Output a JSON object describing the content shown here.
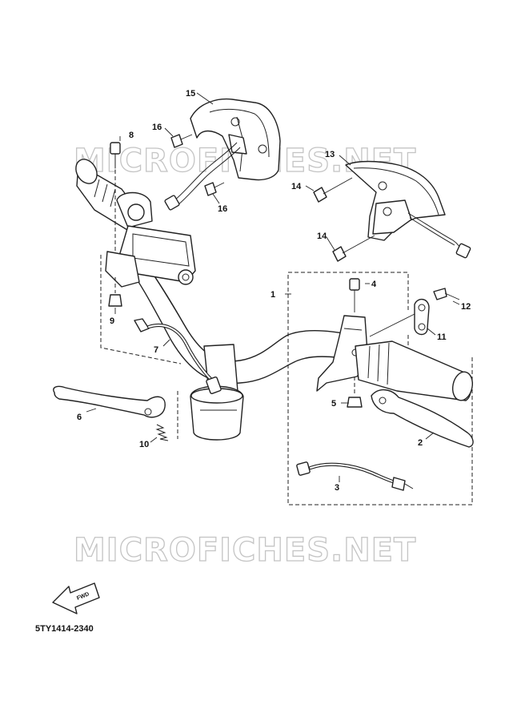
{
  "watermark": {
    "text": "MICROFICHES.NET",
    "color": "#c4c4c4"
  },
  "diagram_code": "5TY1414-2340",
  "fwd_label": "FWD",
  "callouts": {
    "c1": "1",
    "c2": "2",
    "c3": "3",
    "c4": "4",
    "c5": "5",
    "c6": "6",
    "c7": "7",
    "c8": "8",
    "c9": "9",
    "c10": "10",
    "c11": "11",
    "c12": "12",
    "c13": "13",
    "c14a": "14",
    "c14b": "14",
    "c15": "15",
    "c16a": "16",
    "c16b": "16"
  },
  "icons": [
    "fwd-arrow-icon"
  ]
}
